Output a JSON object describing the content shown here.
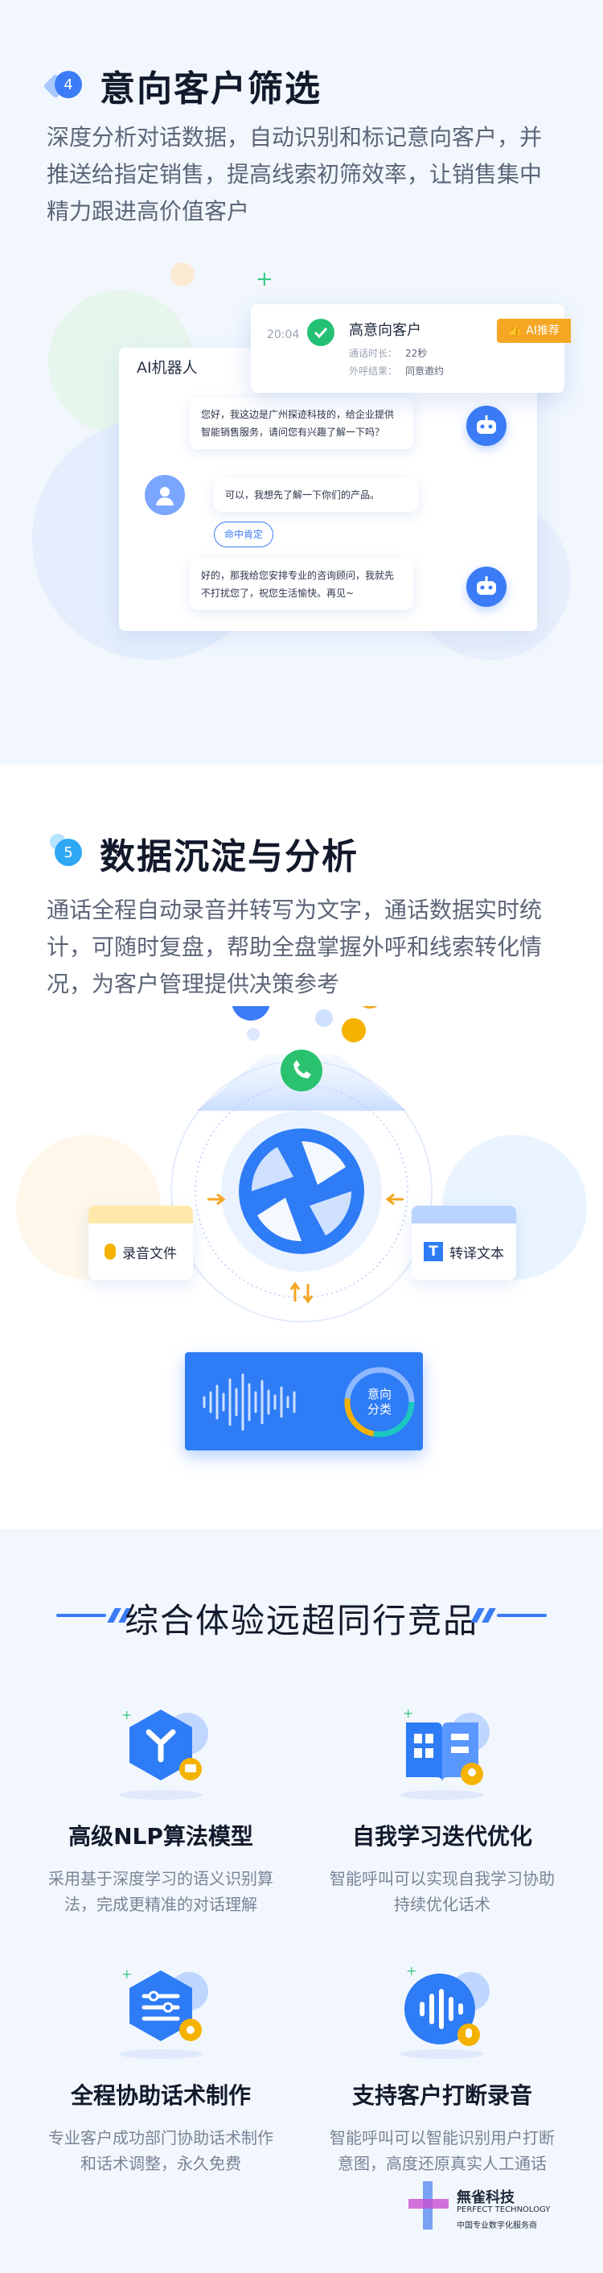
{
  "section_intent": {
    "number": "4",
    "title": "意向客户筛选",
    "description": "深度分析对话数据，自动识别和标记意向客户，并推送给指定销售，提高线索初筛效率，让销售集中精力跟进高价值客户",
    "chat": {
      "title": "AI机器人",
      "bot_msg_1": "您好，我这边是广州探迹科技的，给企业提供智能销售服务，请问您有兴趣了解一下吗？",
      "user_msg": "可以，我想先了解一下你们的产品。",
      "hit_tag": "命中肯定",
      "bot_msg_2": "好的，那我给您安排专业的咨询顾问，我就先不打扰您了，祝您生活愉快。再见~"
    },
    "lead_card": {
      "time": "20:04",
      "title": "高意向客户",
      "duration_label": "通话时长：",
      "duration_value": "22秒",
      "result_label": "外呼结果：",
      "result_value": "同意邀约",
      "ai_tag": "AI推荐"
    }
  },
  "section_data": {
    "number": "5",
    "title": "数据沉淀与分析",
    "description": "通话全程自动录音并转写为文字，通话数据实时统计，可随时复盘，帮助全盘掌握外呼和线索转化情况，为客户管理提供决策参考",
    "left_card": "录音文件",
    "right_card": "转译文本",
    "t_glyph": "T",
    "ring_label_1": "意向",
    "ring_label_2": "分类"
  },
  "section_features": {
    "title": "综合体验远超同行竞品",
    "features": [
      {
        "title": "高级NLP算法模型",
        "desc": "采用基于深度学习的语义识别算法，完成更精准的对话理解",
        "icon": "nlp-model-icon"
      },
      {
        "title": "自我学习迭代优化",
        "desc": "智能呼叫可以实现自我学习协助持续优化话术",
        "icon": "book-learning-icon"
      },
      {
        "title": "全程协助话术制作",
        "desc": "专业客户成功部门协助话术制作和话术调整，永久免费",
        "icon": "script-settings-icon"
      },
      {
        "title": "支持客户打断录音",
        "desc": "智能呼叫可以智能识别用户打断意图，高度还原真实人工通话",
        "icon": "voice-wave-icon"
      }
    ],
    "watermark": {
      "name": "無雀科技",
      "en": "PERFECT TECHNOLOGY",
      "slogan": "中国专业数字化服务商"
    }
  },
  "colors": {
    "primary": "#3b7cf6",
    "accent": "#f5a623",
    "success": "#24c073",
    "bg_light": "#f2f7fe"
  }
}
